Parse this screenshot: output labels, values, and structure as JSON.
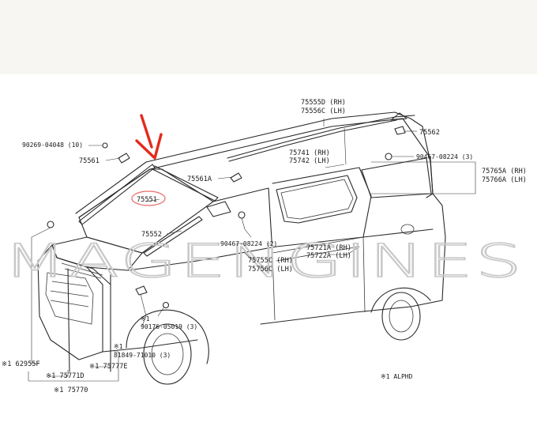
{
  "labels": {
    "p75555d": "75555D (RH)",
    "p75556c": "75556C (LH)",
    "p75562": "75562",
    "p90269": "90269-04048 (10)",
    "p75561": "75561",
    "p75561a": "75561A",
    "p75741": "75741 (RH)",
    "p75742": "75742 (LH)",
    "p90467a": "90467-08224 (3)",
    "p75765a": "75765A (RH)",
    "p75766a": "75766A (LH)",
    "p75551": "75551",
    "p75552": "75552",
    "p90467b": "90467-08224 (2)",
    "p75755c": "75755C (RH)",
    "p75756c": "75756C (LH)",
    "p75721a": "75721A (RH)",
    "p75722a": "75722A (LH)",
    "p90176_mark": "※1",
    "p90176": "90176-05019 (3)",
    "p81849_mark": "※1",
    "p81849": "81849-71010 (3)",
    "p62955f": "※1 62955F",
    "p75771d": "※1 75771D",
    "p75777e": "※1 75777E",
    "p75770": "※1 75770",
    "note": "※1 ALPHD"
  },
  "watermark": "MAGENGINES",
  "colors": {
    "arrow": "#e32a1c",
    "highlight": "#e86a6a",
    "line": "#2a2a2a",
    "top_band": "#f7f6f2",
    "watermark": "#c9c9c9"
  }
}
